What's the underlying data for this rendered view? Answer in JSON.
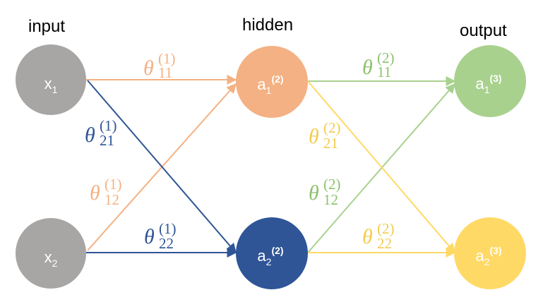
{
  "layers": {
    "input": "input",
    "hidden": "hidden",
    "output": "output"
  },
  "colors": {
    "gray": "#a8a6a5",
    "orange": "#f4b183",
    "blue": "#2f5597",
    "green": "#a9d18e",
    "yellow": "#ffd966",
    "text_green": "#8dc26d",
    "text_yellow": "#f2cc4f"
  },
  "nodes": {
    "x1": {
      "base": "x",
      "sub": "1"
    },
    "x2": {
      "base": "x",
      "sub": "2"
    },
    "a1_2": {
      "base": "a",
      "sub": "1",
      "sup": "(2)"
    },
    "a2_2": {
      "base": "a",
      "sub": "2",
      "sup": "(2)"
    },
    "a1_3": {
      "base": "a",
      "sub": "1",
      "sup": "(3)"
    },
    "a2_3": {
      "base": "a",
      "sub": "2",
      "sup": "(3)"
    }
  },
  "weights": {
    "t11_1": {
      "symbol": "θ",
      "sub": "11",
      "sup": "(1)"
    },
    "t21_1": {
      "symbol": "θ",
      "sub": "21",
      "sup": "(1)"
    },
    "t12_1": {
      "symbol": "θ",
      "sub": "12",
      "sup": "(1)"
    },
    "t22_1": {
      "symbol": "θ",
      "sub": "22",
      "sup": "(1)"
    },
    "t11_2": {
      "symbol": "θ",
      "sub": "11",
      "sup": "(2)"
    },
    "t21_2": {
      "symbol": "θ",
      "sub": "21",
      "sup": "(2)"
    },
    "t12_2": {
      "symbol": "θ",
      "sub": "12",
      "sup": "(2)"
    },
    "t22_2": {
      "symbol": "θ",
      "sub": "22",
      "sup": "(2)"
    }
  }
}
